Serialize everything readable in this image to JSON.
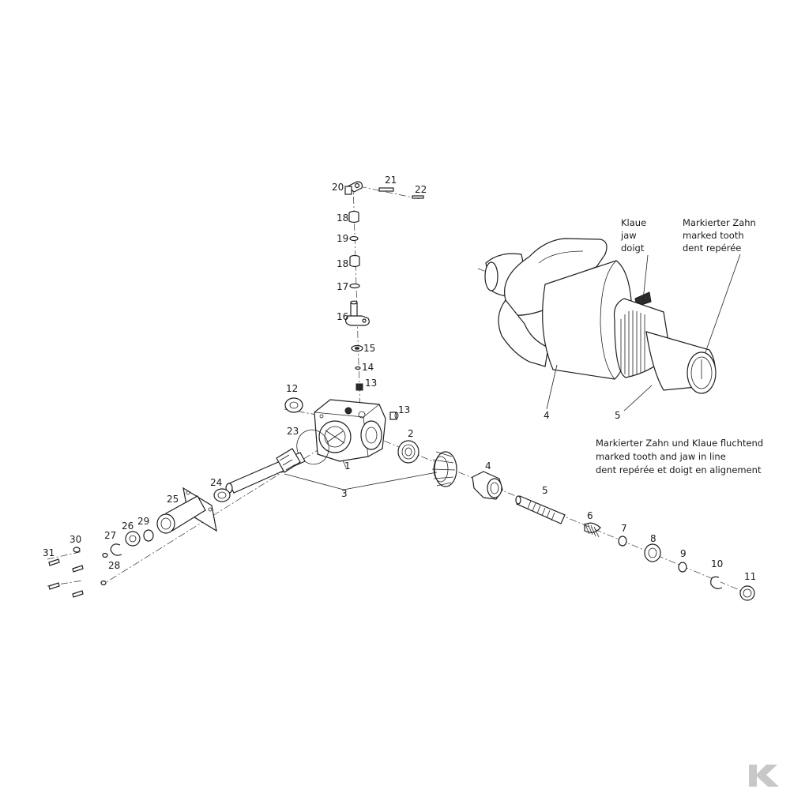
{
  "labels": {
    "p1": "1",
    "p2": "2",
    "p3": "3",
    "p4": "4",
    "p5": "5",
    "p6": "6",
    "p7": "7",
    "p8": "8",
    "p9": "9",
    "p10": "10",
    "p11": "11",
    "p12": "12",
    "p13a": "13",
    "p13b": "13",
    "p14": "14",
    "p15": "15",
    "p16": "16",
    "p17": "17",
    "p18a": "18",
    "p18b": "18",
    "p19": "19",
    "p20": "20",
    "p21": "21",
    "p22": "22",
    "p23": "23",
    "p24": "24",
    "p25": "25",
    "p26": "26",
    "p27": "27",
    "p28": "28",
    "p29": "29",
    "p30": "30",
    "p31": "31",
    "detail4": "4",
    "detail5": "5"
  },
  "detail_notes": {
    "jaw_de": "Klaue",
    "jaw_en": "jaw",
    "jaw_fr": "doigt",
    "tooth_de": "Markierter Zahn",
    "tooth_en": "marked tooth",
    "tooth_fr": "dent repérée"
  },
  "alignment_note": {
    "de": "Markierter Zahn und Klaue fluchtend",
    "en": "marked tooth and jaw in line",
    "fr": "dent repérée et doigt en alignement"
  },
  "colors": {
    "line": "#1e1e1e",
    "logo": "#c8c8c8"
  }
}
